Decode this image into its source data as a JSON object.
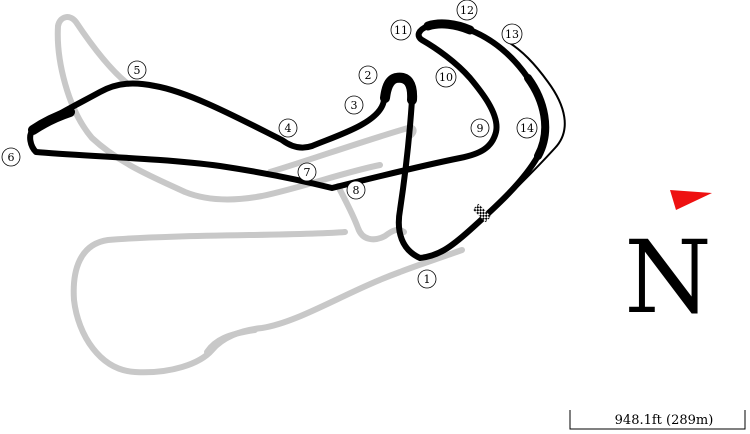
{
  "map": {
    "colors": {
      "main_track": "#000000",
      "unused_track": "#c8c8c8",
      "north_arrow": "#ee1111",
      "background": "#ffffff"
    },
    "corners": [
      {
        "id": "c1",
        "label": "1"
      },
      {
        "id": "c2",
        "label": "2"
      },
      {
        "id": "c3",
        "label": "3"
      },
      {
        "id": "c4",
        "label": "4"
      },
      {
        "id": "c5",
        "label": "5"
      },
      {
        "id": "c6",
        "label": "6"
      },
      {
        "id": "c7",
        "label": "7"
      },
      {
        "id": "c8",
        "label": "8"
      },
      {
        "id": "c9",
        "label": "9"
      },
      {
        "id": "c10",
        "label": "10"
      },
      {
        "id": "c11",
        "label": "11"
      },
      {
        "id": "c12",
        "label": "12"
      },
      {
        "id": "c13",
        "label": "13"
      },
      {
        "id": "c14",
        "label": "14"
      }
    ],
    "north": {
      "letter": "N",
      "icon": "north-arrow-icon"
    },
    "scale": {
      "label": "948.1ft (289m)"
    },
    "start_finish_icon": "checkered-flag-icon"
  }
}
